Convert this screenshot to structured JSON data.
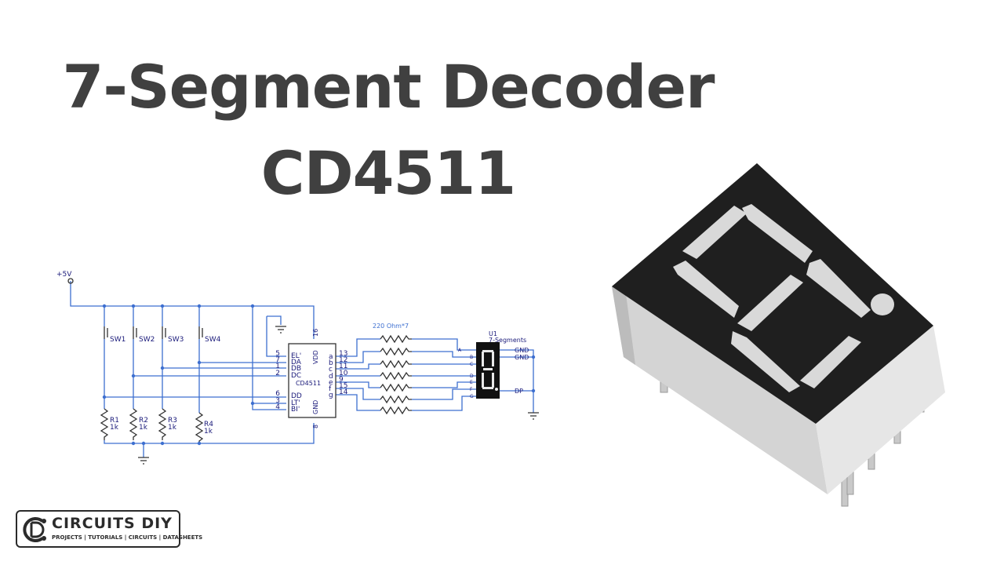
{
  "title": {
    "line1": "7-Segment Decoder",
    "line2": "CD4511"
  },
  "schematic": {
    "supply": "+5V",
    "switches": [
      "SW1",
      "SW2",
      "SW3",
      "SW4"
    ],
    "resistors": [
      {
        "name": "R1",
        "value": "1k"
      },
      {
        "name": "R2",
        "value": "1k"
      },
      {
        "name": "R3",
        "value": "1k"
      },
      {
        "name": "R4",
        "value": "1k"
      }
    ],
    "ic": {
      "name": "CD4511",
      "vdd": "VDD",
      "vdd_pin": "16",
      "gnd": "GND",
      "gnd_pin": "8",
      "left_pins": [
        {
          "num": "5",
          "label": "EL'"
        },
        {
          "num": "7",
          "label": "DA"
        },
        {
          "num": "1",
          "label": "DB"
        },
        {
          "num": "2",
          "label": "DC"
        },
        {
          "num": "6",
          "label": "DD"
        },
        {
          "num": "3",
          "label": "LT'"
        },
        {
          "num": "4",
          "label": "BI'"
        }
      ],
      "right_pins": [
        {
          "seg": "a",
          "num": "13"
        },
        {
          "seg": "b",
          "num": "12"
        },
        {
          "seg": "c",
          "num": "11"
        },
        {
          "seg": "d",
          "num": "10"
        },
        {
          "seg": "e",
          "num": "9"
        },
        {
          "seg": "f",
          "num": "15"
        },
        {
          "seg": "g",
          "num": "14"
        }
      ]
    },
    "resistor_bank": "220 Ohm*7",
    "display": {
      "ref": "U1",
      "type": "7-Segments",
      "pins": [
        "A",
        "B",
        "C",
        "D",
        "E",
        "F",
        "G"
      ],
      "gnd1": "GND",
      "gnd2": "GND",
      "dp": "DP"
    }
  },
  "logo": {
    "name": "CIRCUITS DIY",
    "tagline": "PROJECTS | TUTORIALS | CIRCUITS | DATASHEETS"
  },
  "colors": {
    "title": "#404040",
    "wire": "#3d6fd0",
    "component": "#333333",
    "display_body": "#1f1f1f",
    "segment": "#d9d9d9"
  }
}
